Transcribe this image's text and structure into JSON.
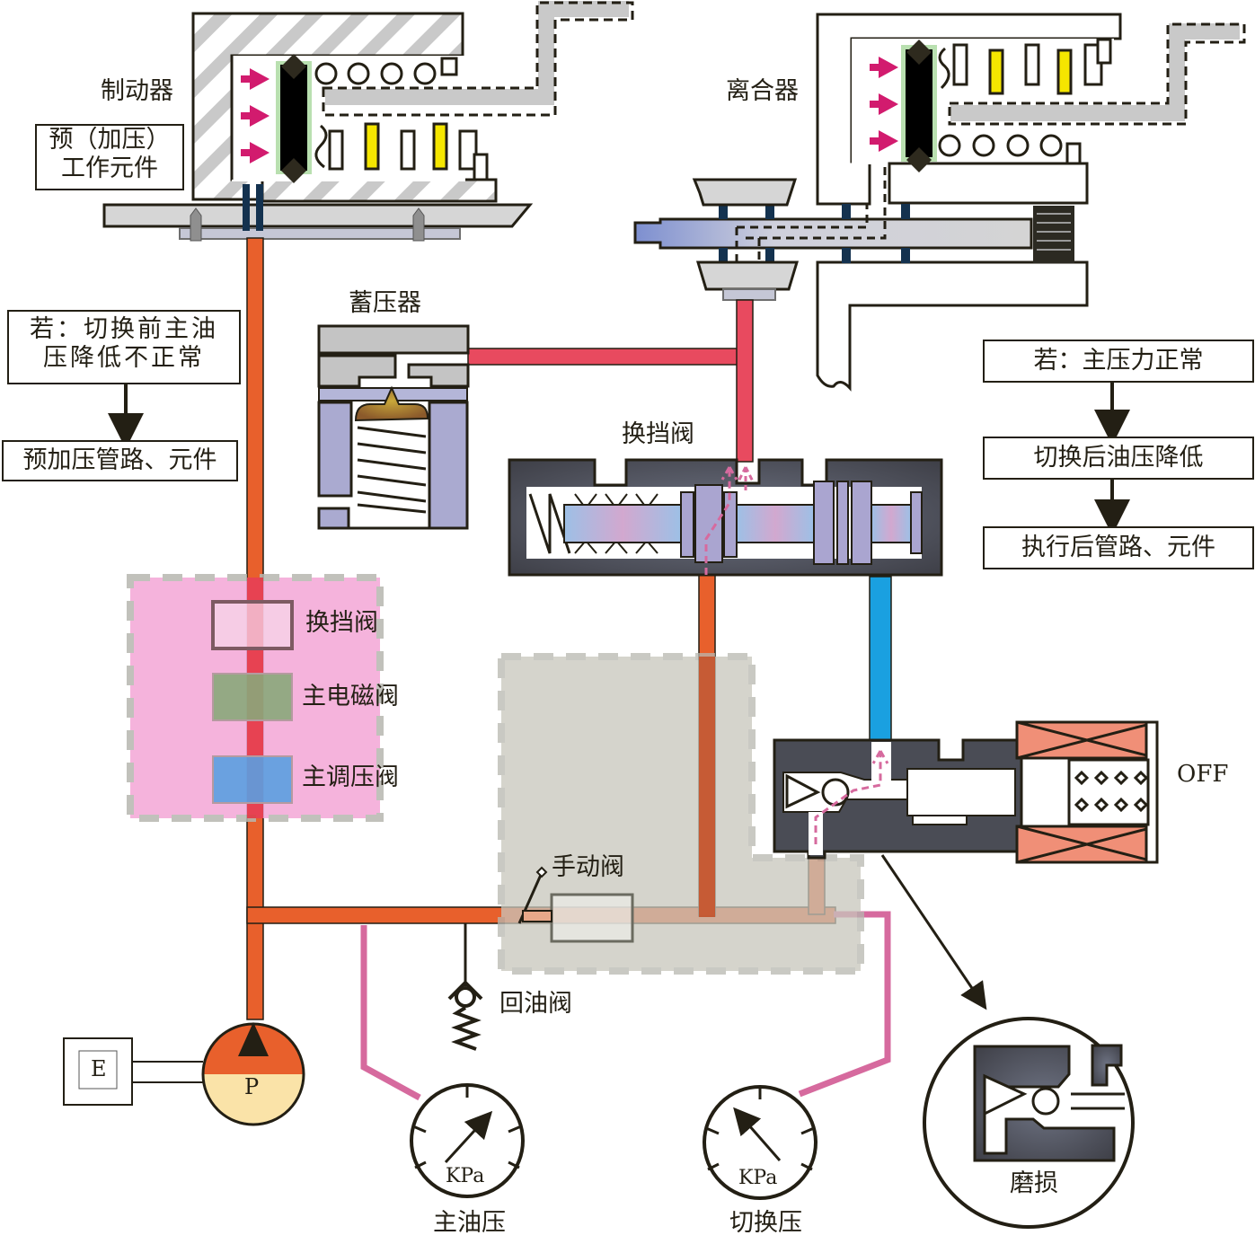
{
  "diagram": {
    "title_components": {
      "brake": "制动器",
      "clutch": "离合器",
      "accumulator": "蓄压器",
      "shift_valve": "换挡阀",
      "manual_valve": "手动阀",
      "return_valve": "回油阀",
      "solenoid_state": "OFF",
      "pump_letter": "P",
      "engine_letter": "E",
      "wear_label": "磨损"
    },
    "left_notes": {
      "pre_pressure_box_line1": "预（加压）",
      "pre_pressure_box_line2": "工作元件",
      "condition_line1": "若：切换前主油",
      "condition_line2": "压降低不正常",
      "result": "预加压管路、元件"
    },
    "right_notes": {
      "condition": "若：主压力正常",
      "step2": "切换后油压降低",
      "result": "执行后管路、元件"
    },
    "legend_group": {
      "items": [
        {
          "label": "换挡阀",
          "color": "#f6d4e8"
        },
        {
          "label": "主电磁阀",
          "color": "#8aa77a"
        },
        {
          "label": "主调压阀",
          "color": "#5b9ee0"
        }
      ]
    },
    "gauges": [
      {
        "unit": "KPa",
        "label": "主油压",
        "needle": "high"
      },
      {
        "unit": "KPa",
        "label": "切换压",
        "needle": "low"
      }
    ],
    "colors": {
      "main_line": "#e8602c",
      "shift_line": "#e84a5f",
      "drain_line": "#1aa0e0",
      "gauge_line": "#d66a9e",
      "valve_body": "#4a4c55",
      "spool": "#a9a8d4",
      "highlight_pink": "#f4a6d7",
      "highlight_gray": "#c8c6bc",
      "coil": "#f08f77",
      "pump_top": "#e8602c",
      "pump_bottom": "#fae3a8"
    }
  }
}
